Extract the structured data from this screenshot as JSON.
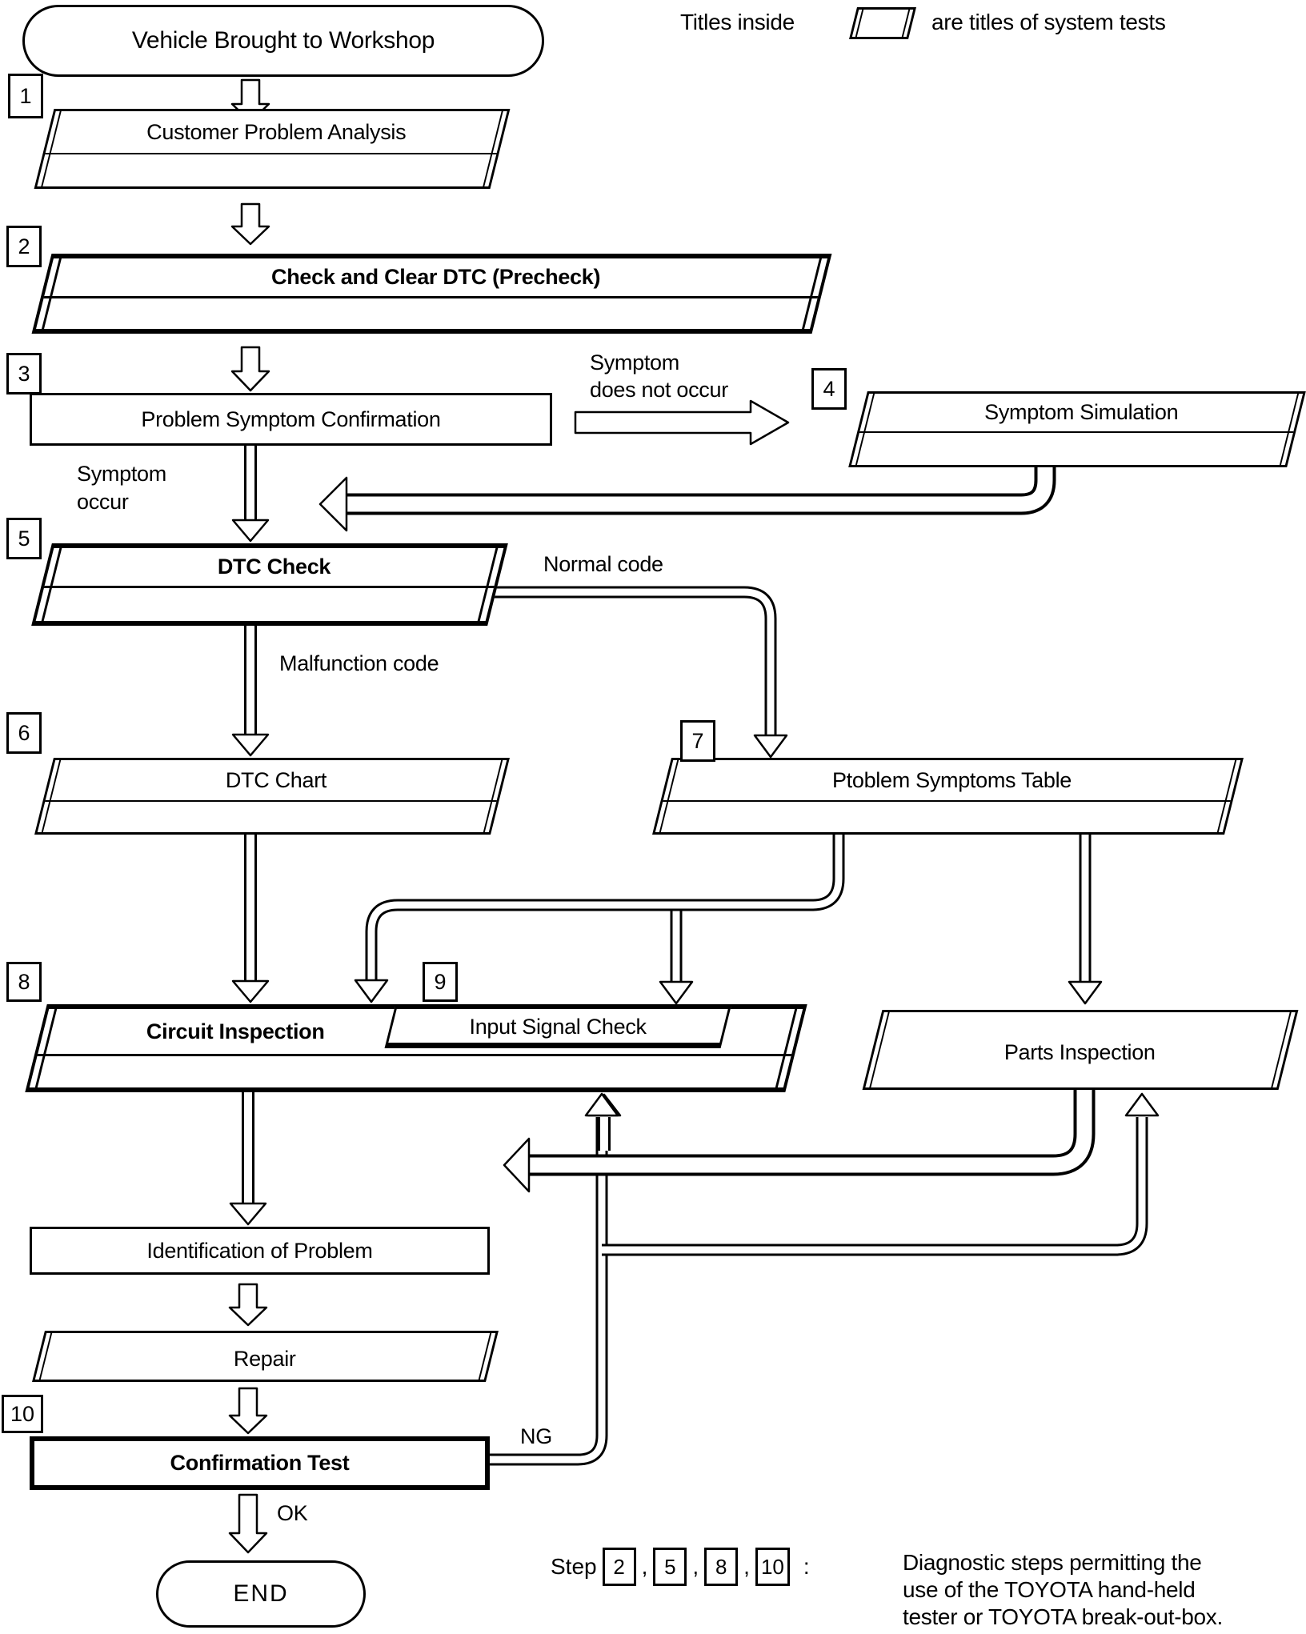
{
  "legend_top": {
    "prefix": "Titles inside",
    "suffix": "are titles of system tests"
  },
  "nodes": {
    "start": "Vehicle Brought to Workshop",
    "customer_problem_analysis": "Customer Problem Analysis",
    "precheck": "Check and Clear DTC (Precheck)",
    "problem_symptom_confirmation": "Problem Symptom Confirmation",
    "symptom_simulation": "Symptom Simulation",
    "dtc_check": "DTC Check",
    "dtc_chart": "DTC Chart",
    "problem_symptoms_table": "Ptoblem Symptoms Table",
    "circuit_inspection": "Circuit Inspection",
    "input_signal_check": "Input Signal Check",
    "parts_inspection": "Parts Inspection",
    "identification_of_problem": "Identification of Problem",
    "repair": "Repair",
    "confirmation_test": "Confirmation Test",
    "end": "END"
  },
  "edge_labels": {
    "symptom_does_not_occur_line1": "Symptom",
    "symptom_does_not_occur_line2": "does not occur",
    "symptom_occur_line1": "Symptom",
    "symptom_occur_line2": "occur",
    "normal_code": "Normal code",
    "malfunction_code": "Malfunction code",
    "ng": "NG",
    "ok": "OK"
  },
  "step_badges": {
    "s1": "1",
    "s2": "2",
    "s3": "3",
    "s4": "4",
    "s5": "5",
    "s6": "6",
    "s7": "7",
    "s8": "8",
    "s9": "9",
    "s10": "10"
  },
  "legend_bottom": {
    "step_label": "Step",
    "badges": [
      "2",
      "5",
      "8",
      "10"
    ],
    "comma": ",",
    "colon": ":",
    "line1": "Diagnostic steps permitting the",
    "line2": "use of the TOYOTA hand-held",
    "line3": "tester or TOYOTA break-out-box."
  }
}
